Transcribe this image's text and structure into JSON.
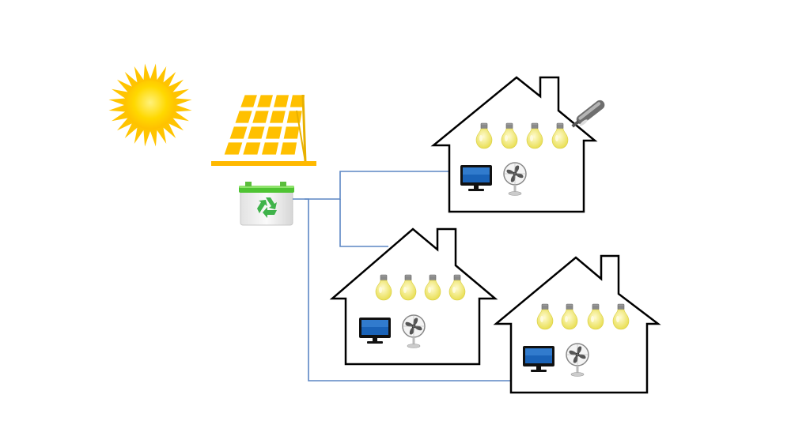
{
  "diagram": {
    "components": [
      {
        "id": "sun",
        "icon": "sun-icon"
      },
      {
        "id": "solar-panel",
        "icon": "solar-panel-icon"
      },
      {
        "id": "battery",
        "icon": "battery-recycle-icon"
      },
      {
        "id": "house-1",
        "icon": "house-icon",
        "appliances": [
          "light-bulb-icon",
          "light-bulb-icon",
          "light-bulb-icon",
          "light-bulb-icon",
          "tv-icon",
          "fan-icon",
          "street-lamp-icon"
        ]
      },
      {
        "id": "house-2",
        "icon": "house-icon",
        "appliances": [
          "light-bulb-icon",
          "light-bulb-icon",
          "light-bulb-icon",
          "light-bulb-icon",
          "tv-icon",
          "fan-icon"
        ]
      },
      {
        "id": "house-3",
        "icon": "house-icon",
        "appliances": [
          "light-bulb-icon",
          "light-bulb-icon",
          "light-bulb-icon",
          "light-bulb-icon",
          "tv-icon",
          "fan-icon"
        ]
      }
    ],
    "connections": [
      {
        "from": "battery",
        "to": "house-1"
      },
      {
        "from": "battery",
        "to": "house-2"
      },
      {
        "from": "battery",
        "to": "house-3"
      }
    ],
    "colors": {
      "wire": "#5b86c4",
      "house_outline": "#000000",
      "sun": "#ffd200",
      "sun_rays": "#ffc400",
      "panel": "#ffc000",
      "bulb": "#f6ef8a",
      "battery_body": "#eeeeee",
      "battery_top": "#5fcf3e",
      "recycle": "#3fb34a"
    }
  }
}
